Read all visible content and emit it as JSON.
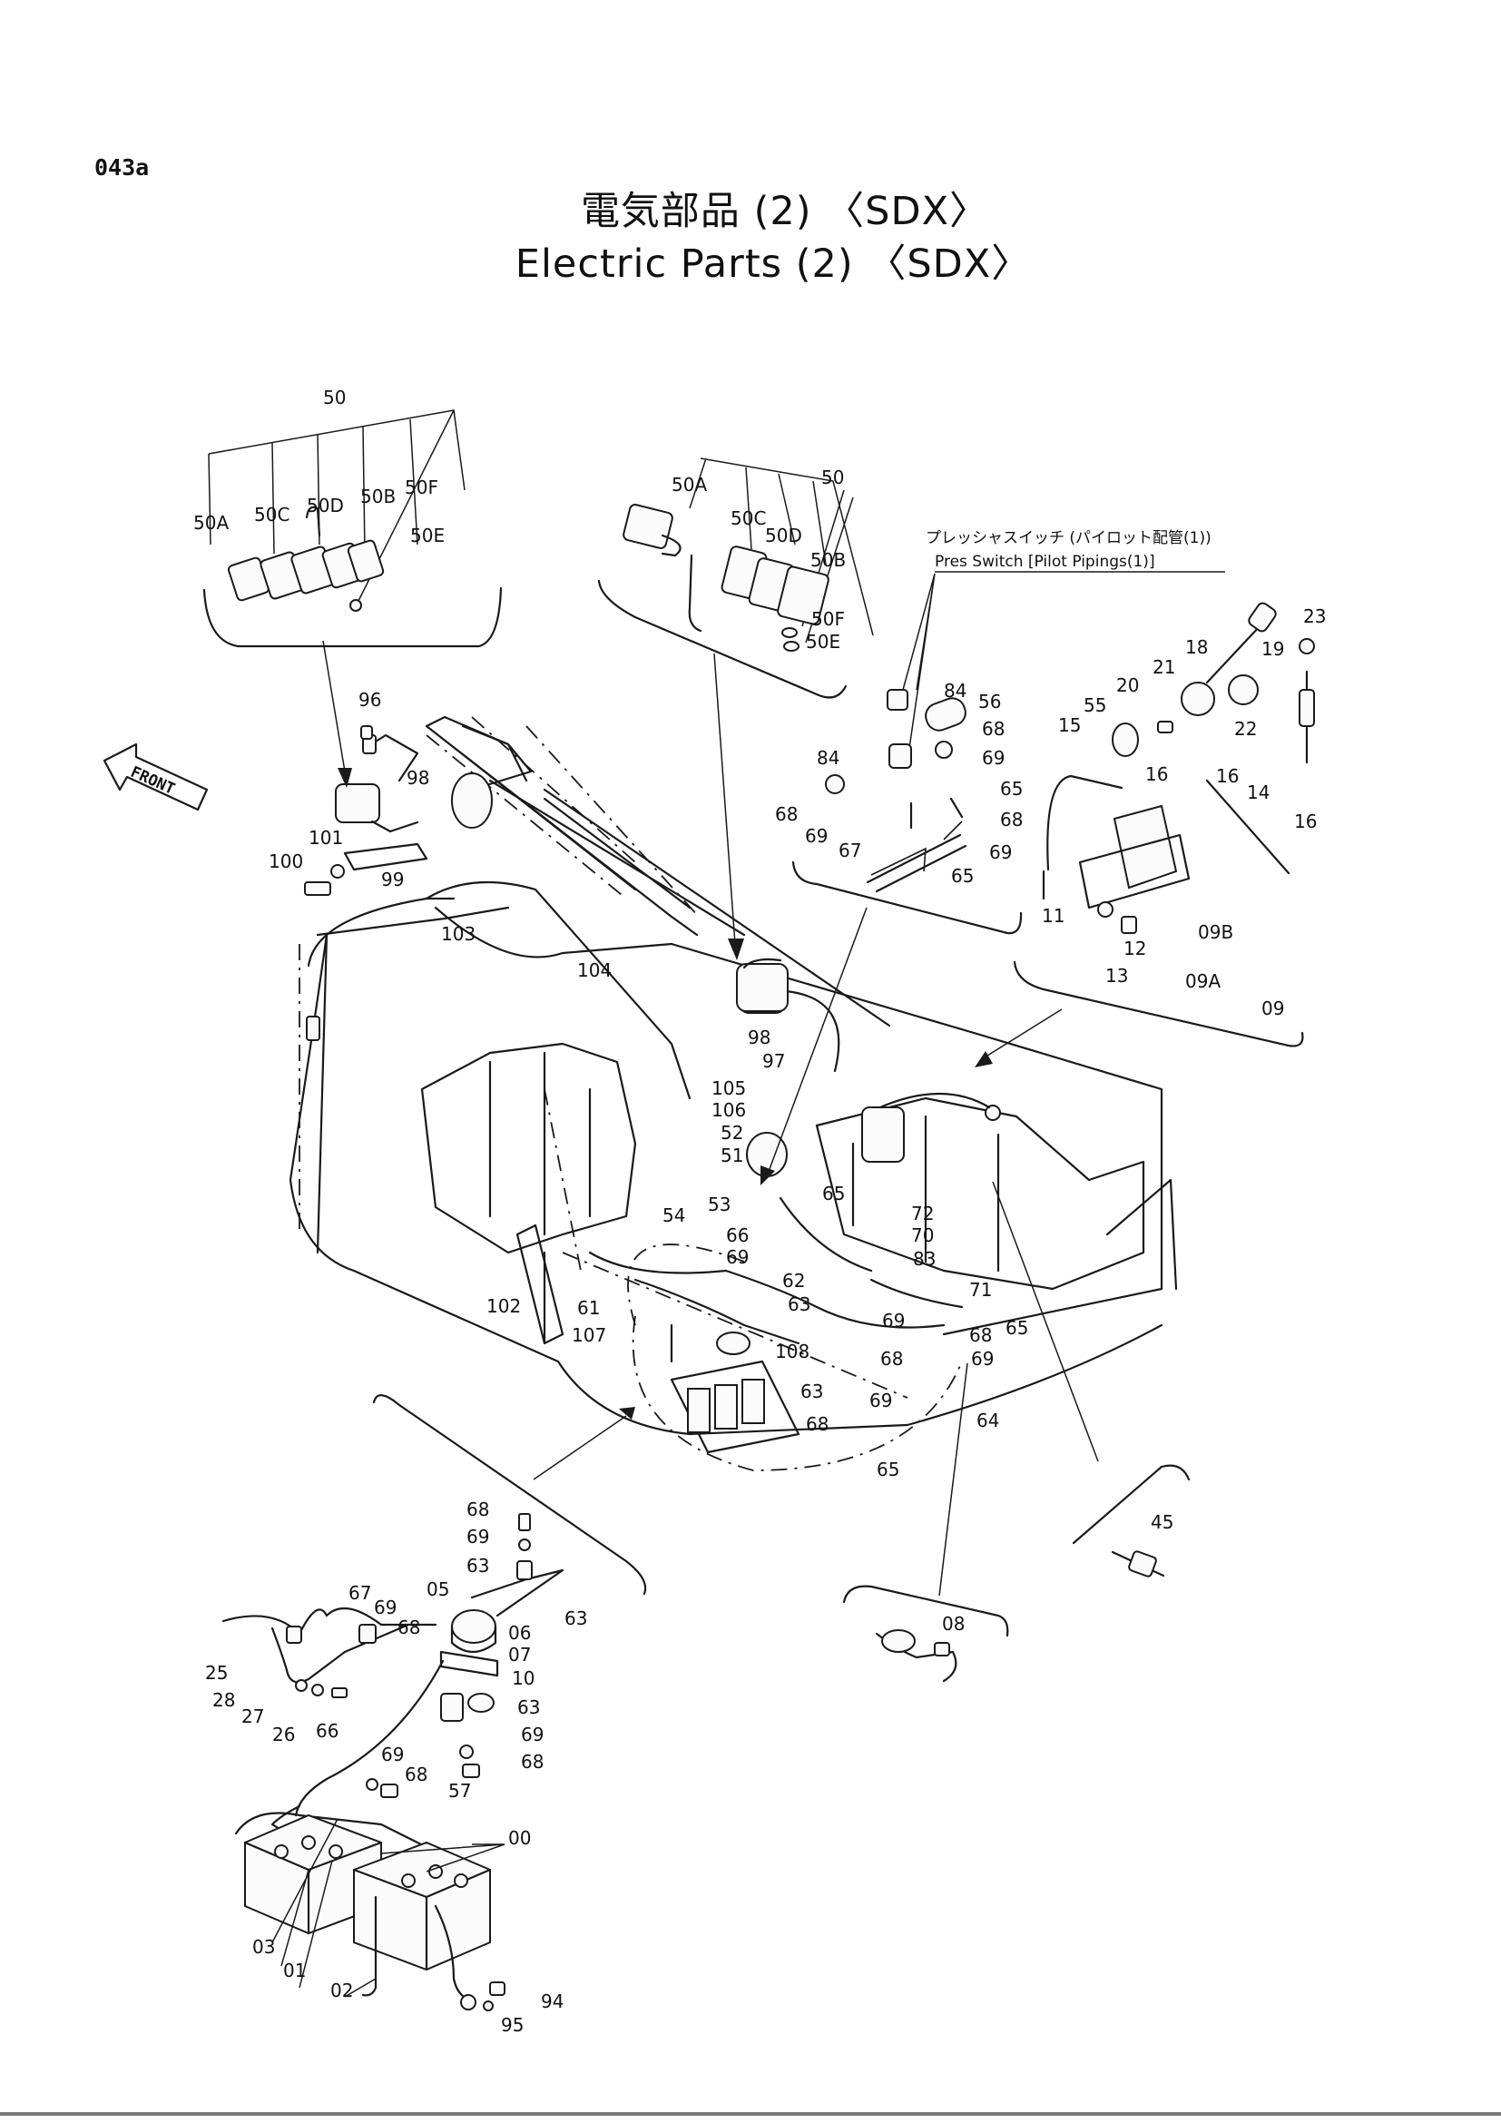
{
  "page": {
    "code": "043a",
    "title_jp": "電気部品 (2) 〈SDX〉",
    "title_en": "Electric Parts (2) 〈SDX〉"
  },
  "notes": {
    "pres_switch_jp": "プレッシャスイッチ (パイロット配管(1))",
    "pres_switch_en": "Pres Switch [Pilot Pipings(1)]",
    "front_label": "FRONT"
  },
  "callouts": {
    "c50_left": "50",
    "c50A_left": "50A",
    "c50C_left": "50C",
    "c50D_left": "50D",
    "c50B_left": "50B",
    "c50F_left": "50F",
    "c50E_left": "50E",
    "c50_right": "50",
    "c50A_right": "50A",
    "c50C_right": "50C",
    "c50D_right": "50D",
    "c50B_right": "50B",
    "c50F_right": "50F",
    "c50E_right": "50E",
    "c96": "96",
    "c98_a": "98",
    "c101": "101",
    "c100": "100",
    "c99": "99",
    "c103": "103",
    "c104": "104",
    "c84_a": "84",
    "c56": "56",
    "c68_a": "68",
    "c84_b": "84",
    "c69_a": "69",
    "c68_b": "68",
    "c65_a": "65",
    "c69_b": "69",
    "c68_c": "68",
    "c67_a": "67",
    "c69_c": "69",
    "c65_b": "65",
    "c23": "23",
    "c18": "18",
    "c19": "19",
    "c21": "21",
    "c20": "20",
    "c55": "55",
    "c22": "22",
    "c15": "15",
    "c16_a": "16",
    "c16_b": "16",
    "c14": "14",
    "c16_c": "16",
    "c11": "11",
    "c12": "12",
    "c13": "13",
    "c09B": "09B",
    "c09A": "09A",
    "c09": "09",
    "c98_b": "98",
    "c97": "97",
    "c105": "105",
    "c106": "106",
    "c52": "52",
    "c51": "51",
    "c53": "53",
    "c54": "54",
    "c66_a": "66",
    "c69_d": "69",
    "c102": "102",
    "c61": "61",
    "c107": "107",
    "c62": "62",
    "c63_a": "63",
    "c65_c": "65",
    "c72": "72",
    "c70": "70",
    "c83": "83",
    "c71": "71",
    "c69_e": "69",
    "c65_d": "65",
    "c108": "108",
    "c68_d": "68",
    "c68_e": "68",
    "c69_f": "69",
    "c63_b": "63",
    "c69_g": "69",
    "c68_f": "68",
    "c64": "64",
    "c65_e": "65",
    "c45": "45",
    "c08": "08",
    "c68_g": "68",
    "c69_h": "69",
    "c63_c": "63",
    "c05": "05",
    "c63_d": "63",
    "c67_b": "67",
    "c69_i": "69",
    "c68_h": "68",
    "c06": "06",
    "c07": "07",
    "c10": "10",
    "c25": "25",
    "c28": "28",
    "c27": "27",
    "c26": "26",
    "c66_b": "66",
    "c63_e": "63",
    "c69_j": "69",
    "c68_i": "68",
    "c69_k": "69",
    "c68_j": "68",
    "c57": "57",
    "c00": "00",
    "c03": "03",
    "c01": "01",
    "c02": "02",
    "c94": "94",
    "c95": "95"
  }
}
